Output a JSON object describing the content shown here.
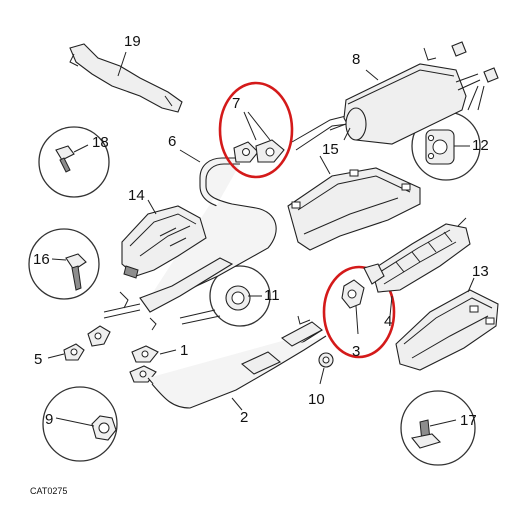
{
  "diagram": {
    "catalog_code": "CAT0275",
    "callouts": {
      "1": "1",
      "2": "2",
      "3": "3",
      "4": "4",
      "5": "5",
      "6": "6",
      "7": "7",
      "8": "8",
      "9": "9",
      "10": "10",
      "11": "11",
      "12": "12",
      "13": "13",
      "14": "14",
      "15": "15",
      "16": "16",
      "17": "17",
      "18": "18",
      "19": "19"
    },
    "highlight_color": "#d41a1a",
    "highlighted_parts": [
      "7",
      "3"
    ]
  }
}
